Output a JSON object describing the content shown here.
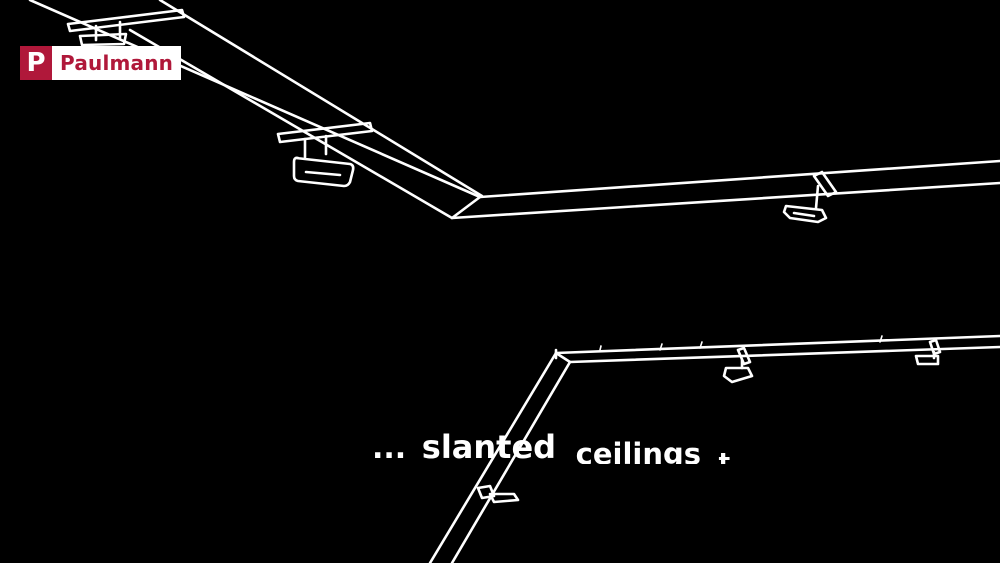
{
  "brand": {
    "mark": "P",
    "name": "Paulmann",
    "colors": {
      "mark_background": "#b0183a",
      "name_text": "#b0183a",
      "name_background": "#ffffff"
    }
  },
  "caption": {
    "prefix": "...",
    "word_1": "slanted",
    "word_2": "ceilings",
    "word_3": "t"
  },
  "illustration": {
    "subject": "ceiling track lighting system with spotlights on a sloped ceiling",
    "style": "white line drawing on black",
    "colors": {
      "background": "#000000",
      "stroke": "#ffffff"
    }
  }
}
